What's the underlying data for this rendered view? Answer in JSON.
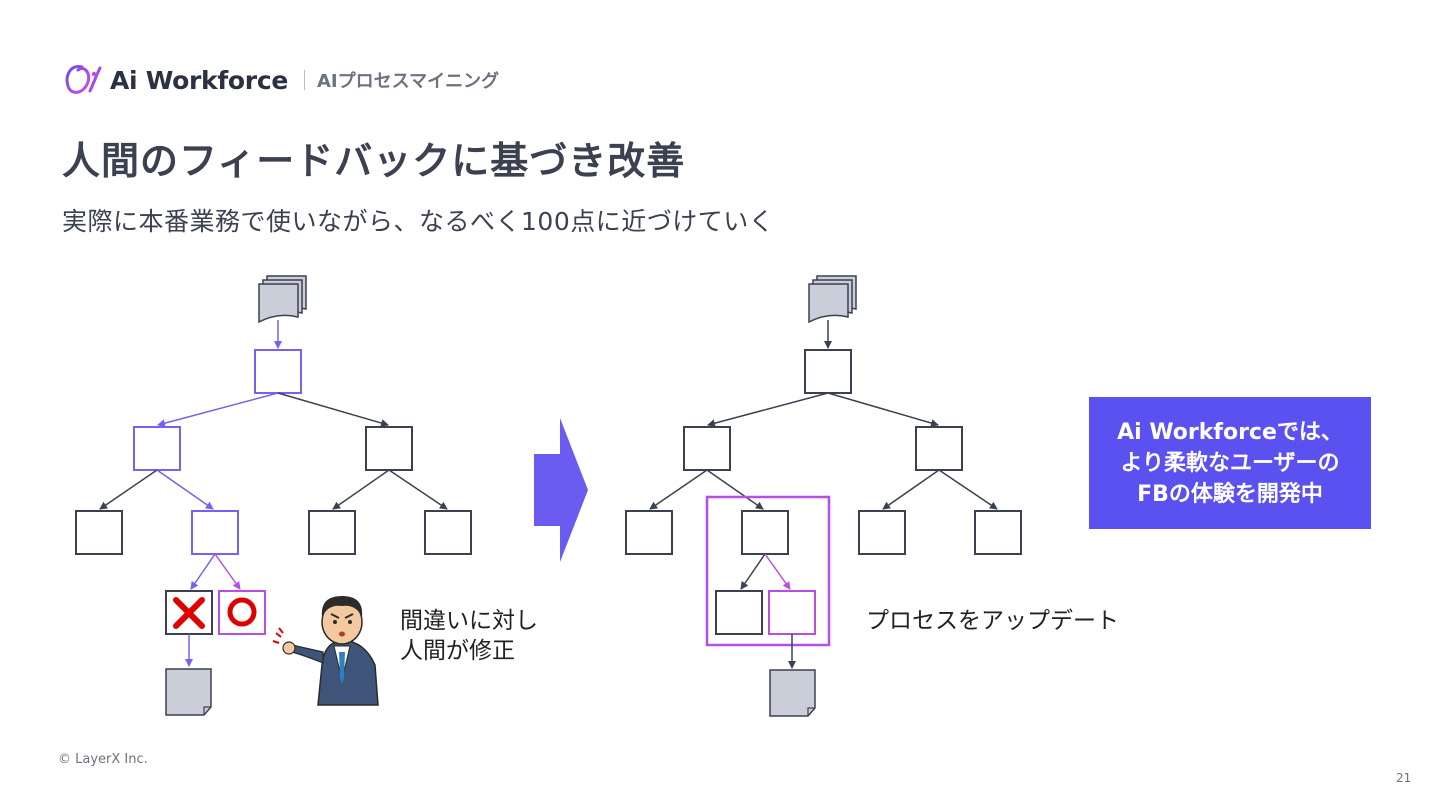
{
  "header": {
    "brand": "Ai Workforce",
    "section": "AIプロセスマイニング"
  },
  "title": "人間のフィードバックに基づき改善",
  "subtitle": "実際に本番業務で使いながら、なるべく100点に近づけていく",
  "left_caption": [
    "間違いに対し",
    "人間が修正"
  ],
  "right_caption": "プロセスをアップデート",
  "callout": [
    "Ai Workforceでは、",
    "より柔軟なユーザーの",
    "FBの体験を開発中"
  ],
  "footer": {
    "copyright": "© LayerX Inc.",
    "page": "21"
  },
  "colors": {
    "text": "#3b4150",
    "node_border": "#3b4150",
    "highlight_path": "#7a5ff0",
    "correction_path": "#b84fe0",
    "wrong_mark": "#e00000",
    "correct_mark": "#e00000",
    "document_fill": "#c9ced8",
    "callout_bg": "#5b50f0",
    "arrow_fill": "#6a5cf0"
  },
  "icons": [
    "document-stack-icon",
    "document-icon",
    "cross-mark-icon",
    "circle-mark-icon",
    "pointing-businessman-icon",
    "right-arrow-icon"
  ]
}
